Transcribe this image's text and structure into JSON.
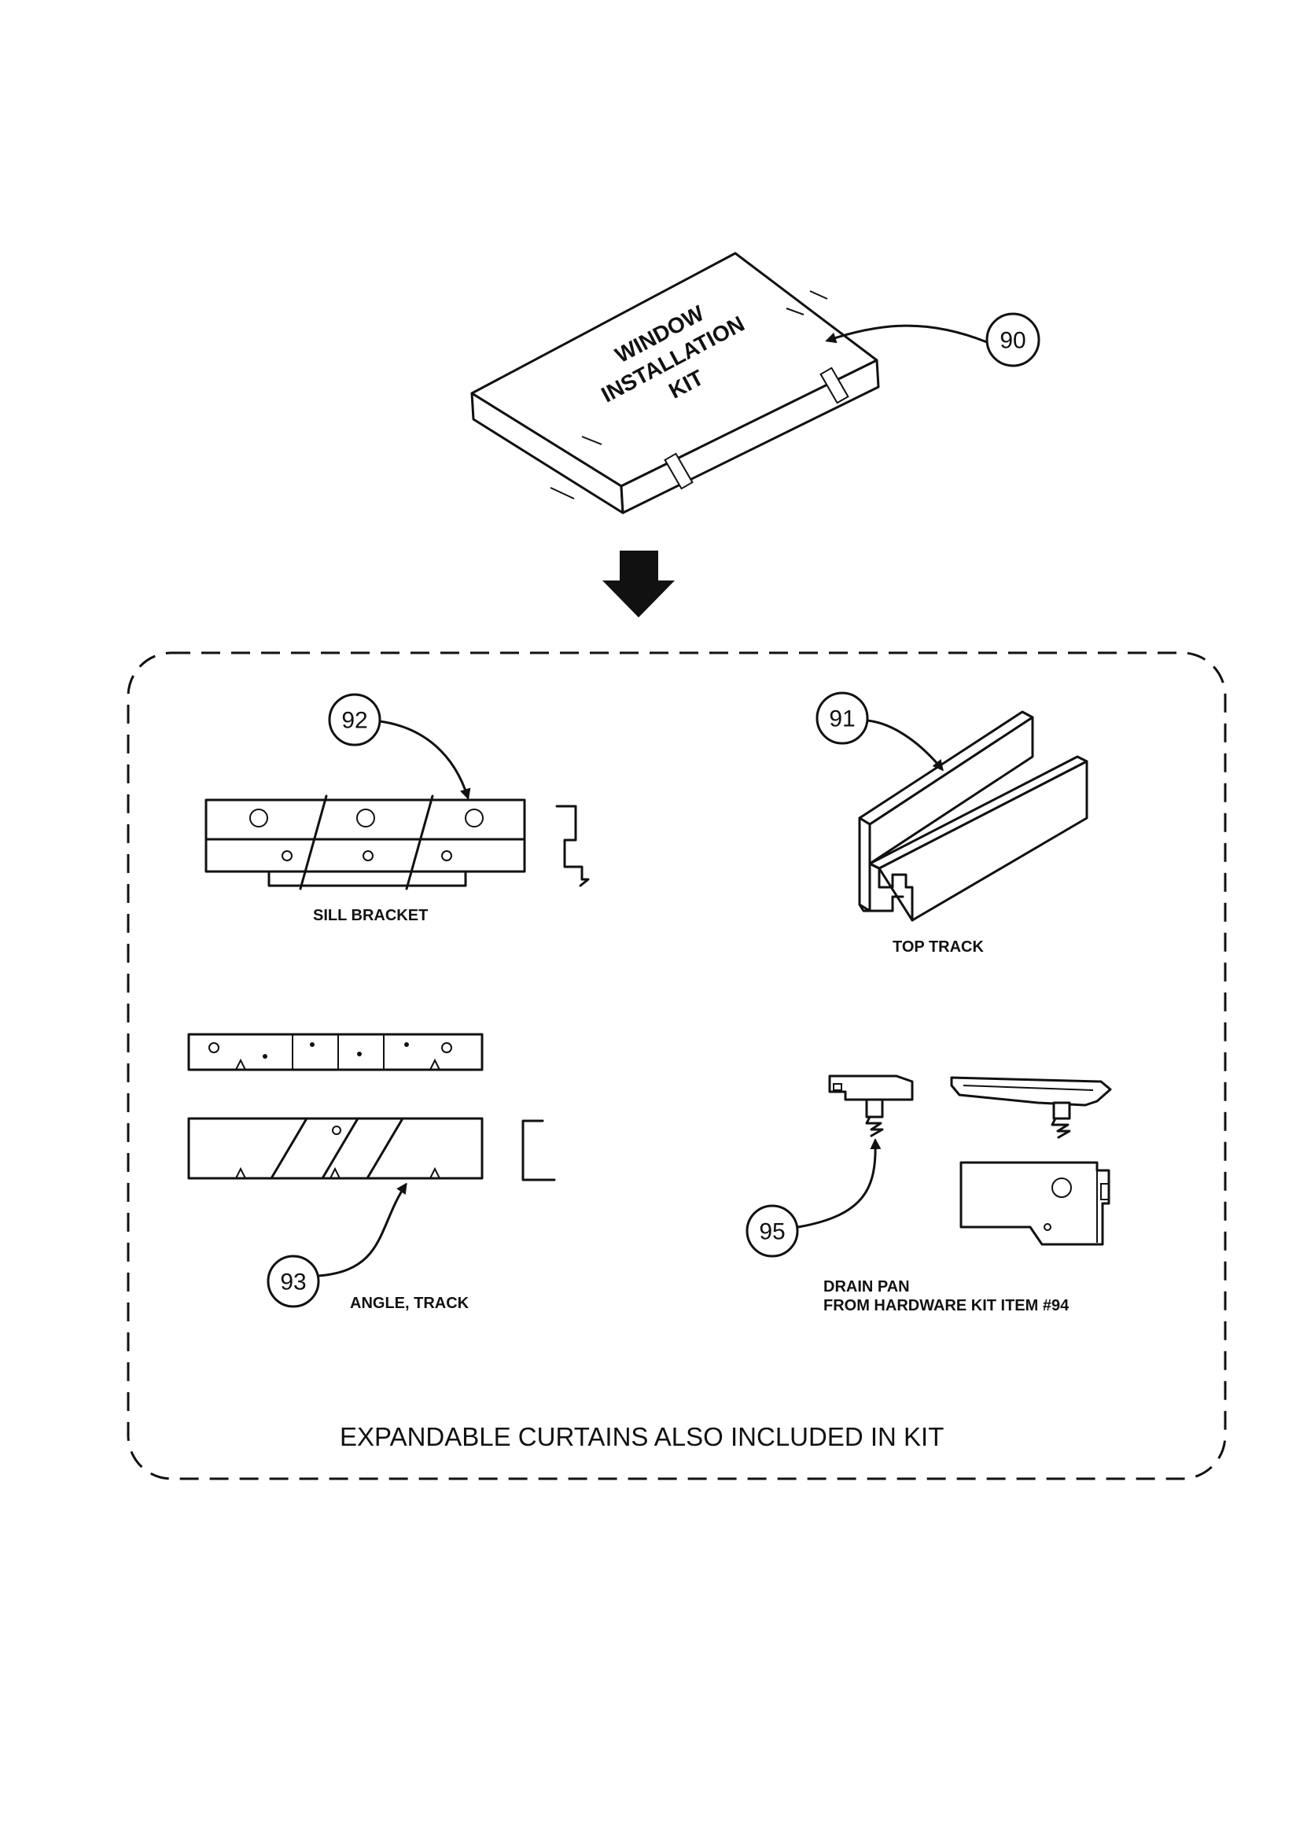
{
  "kit_box": {
    "line1": "WINDOW",
    "line2": "INSTALLATION",
    "line3": "KIT"
  },
  "callouts": {
    "kit": "90",
    "top_track": "91",
    "sill_bracket": "92",
    "angle_track": "93",
    "drain_pan": "95"
  },
  "labels": {
    "sill_bracket": "SILL BRACKET",
    "top_track": "TOP TRACK",
    "angle_track": "ANGLE, TRACK",
    "drain_pan_line1": "DRAIN PAN",
    "drain_pan_line2": "FROM HARDWARE KIT ITEM #94",
    "footer": "EXPANDABLE CURTAINS ALSO INCLUDED IN KIT"
  }
}
